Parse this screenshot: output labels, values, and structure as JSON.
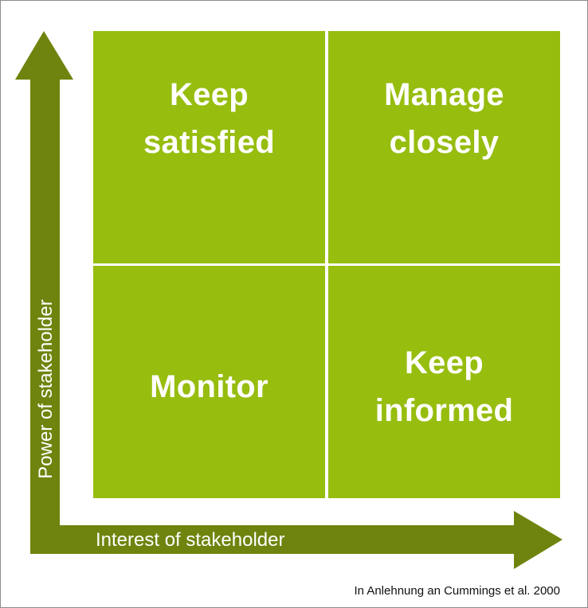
{
  "matrix": {
    "top_left": "Keep\nsatisfied",
    "top_right": "Manage\nclosely",
    "bottom_left": "Monitor",
    "bottom_right": "Keep\ninformed"
  },
  "axes": {
    "x_label": "Interest of stakeholder",
    "y_label": "Power of stakeholder"
  },
  "source": "In Anlehnung an Cummings et al. 2000",
  "colors": {
    "quadrant": "#97bd0f",
    "arrow": "#6e840e",
    "divider": "#ffffff",
    "label_text": "#ffffff"
  }
}
